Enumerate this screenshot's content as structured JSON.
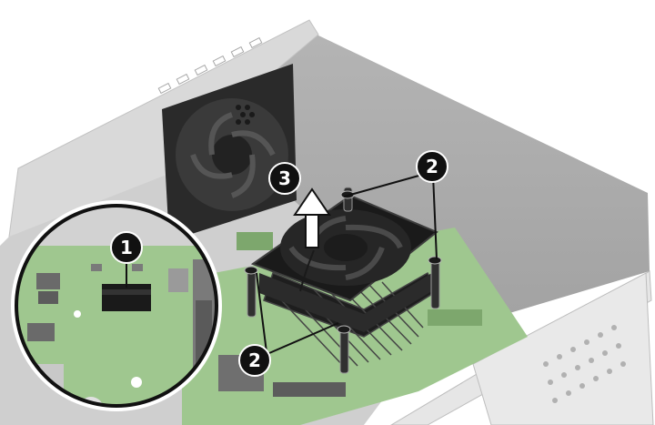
{
  "callouts": [
    {
      "id": "c1",
      "label": "1"
    },
    {
      "id": "c2a",
      "label": "2"
    },
    {
      "id": "c2b",
      "label": "2"
    },
    {
      "id": "c3",
      "label": "3"
    }
  ],
  "icons": {
    "arrow": "lift-up-arrow-icon",
    "fan": "fan-icon",
    "connector": "fan-connector-icon"
  },
  "colors": {
    "callout_fill": "#111111",
    "callout_text": "#ffffff",
    "board_green": "#9fc78f",
    "chassis_gray": "#b9b9b9",
    "heatsink_dark": "#1a1a1a"
  }
}
